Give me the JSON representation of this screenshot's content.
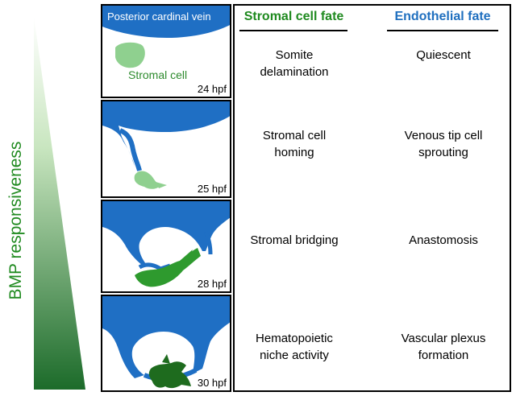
{
  "gradient_label": "BMP responsiveness",
  "columns": {
    "stromal": "Stromal cell fate",
    "endothelial": "Endothelial fate"
  },
  "panels": [
    {
      "time": "24 hpf",
      "vein_label": "Posterior cardinal vein",
      "cell_label": "Stromal cell"
    },
    {
      "time": "25 hpf"
    },
    {
      "time": "28 hpf"
    },
    {
      "time": "30 hpf"
    }
  ],
  "rows": [
    {
      "stromal": [
        "Somite",
        "delamination"
      ],
      "endothelial": [
        "Quiescent"
      ]
    },
    {
      "stromal": [
        "Stromal cell",
        "homing"
      ],
      "endothelial": [
        "Venous tip cell",
        "sprouting"
      ]
    },
    {
      "stromal": [
        "Stromal bridging"
      ],
      "endothelial": [
        "Anastomosis"
      ]
    },
    {
      "stromal": [
        "Hematopoietic",
        "niche activity"
      ],
      "endothelial": [
        "Vascular plexus",
        "formation"
      ]
    }
  ],
  "colors": {
    "vein_blue": "#1f6fc4",
    "stromal_light": "#8fd08f",
    "stromal_mid": "#2e9a2e",
    "stromal_dark": "#1e6b1e",
    "green_text": "#1f8a1f",
    "blue_text": "#1f6fbf"
  }
}
